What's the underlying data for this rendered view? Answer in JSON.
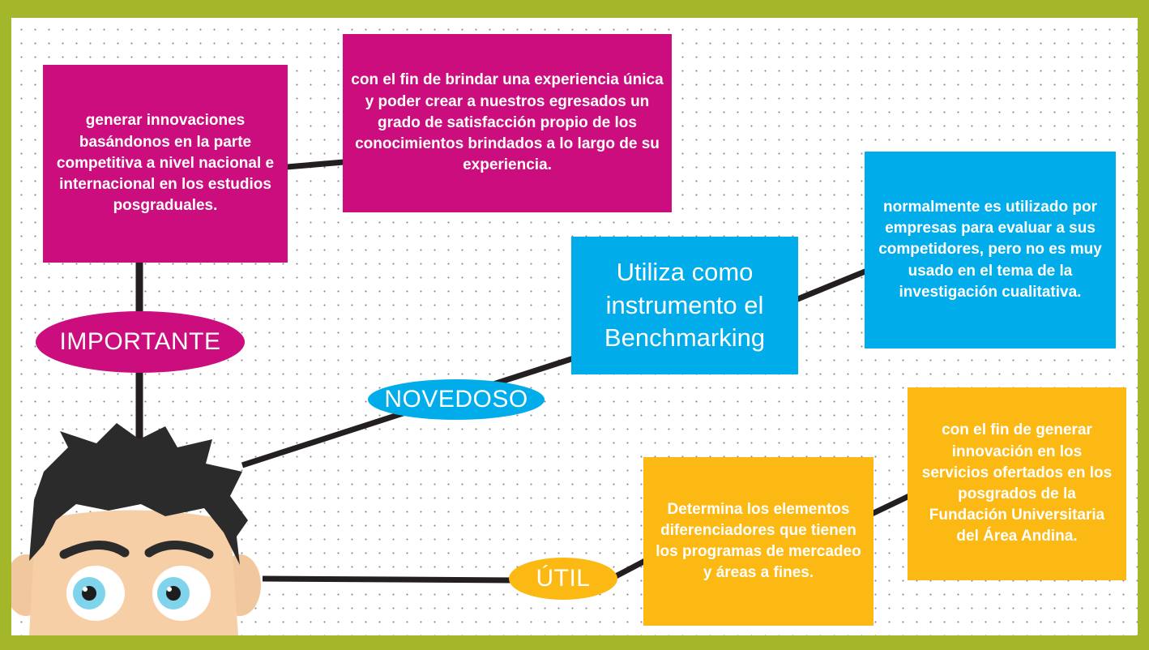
{
  "colors": {
    "frame": "#a4b72a",
    "magenta": "#cc0d7d",
    "cyan": "#00adea",
    "gold": "#fdb913",
    "connector": "#231f20"
  },
  "branches": {
    "importante": {
      "label": "IMPORTANTE",
      "box1": "generar innovaciones basándonos en la parte competitiva a nivel nacional e internacional en los estudios posgraduales.",
      "box2": "con el fin de brindar una experiencia única y poder crear a nuestros egresados un grado de satisfacción propio de los conocimientos brindados a lo largo de su experiencia."
    },
    "novedoso": {
      "label": "NOVEDOSO",
      "box1": "Utiliza como instrumento el Benchmarking",
      "box2": "normalmente es utilizado por empresas para evaluar a sus competidores, pero no es muy usado en el tema de la investigación cualitativa."
    },
    "util": {
      "label": "ÚTIL",
      "box1": "Determina los elementos diferenciadores que tienen los programas de mercadeo y áreas a fines.",
      "box2": "con el fin de generar innovación en los servicios ofertados en los posgrados de la Fundación Universitaria del Área Andina."
    }
  },
  "illustration": "cartoon-face-icon"
}
